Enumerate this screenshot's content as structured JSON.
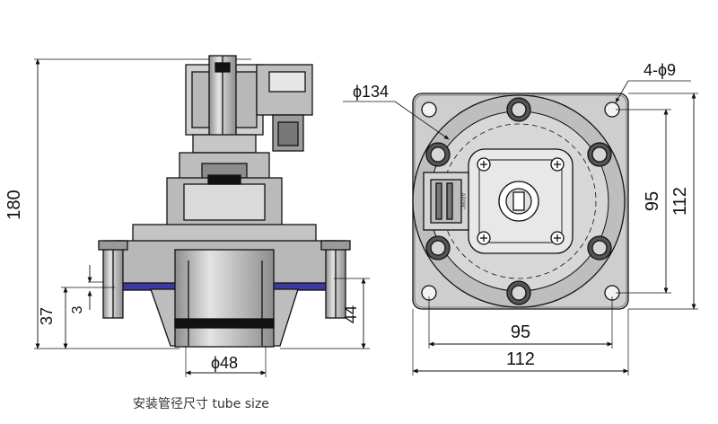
{
  "dimensions": {
    "height_180": "180",
    "dim_37": "37",
    "dim_3": "3",
    "dim_44": "44",
    "dia_48": "ϕ48",
    "dia_134": "ϕ134",
    "holes": "4-ϕ9",
    "width_95": "95",
    "width_112": "112",
    "height_95": "95",
    "height_112": "112"
  },
  "caption": "安装管径尺寸 tube size",
  "connector_label": "AP08C",
  "colors": {
    "body": "#a9aaa9",
    "body_light": "#d3d4d3",
    "body_dark": "#7d7e7d",
    "seal": "#3a3aa0",
    "line": "#111111"
  }
}
